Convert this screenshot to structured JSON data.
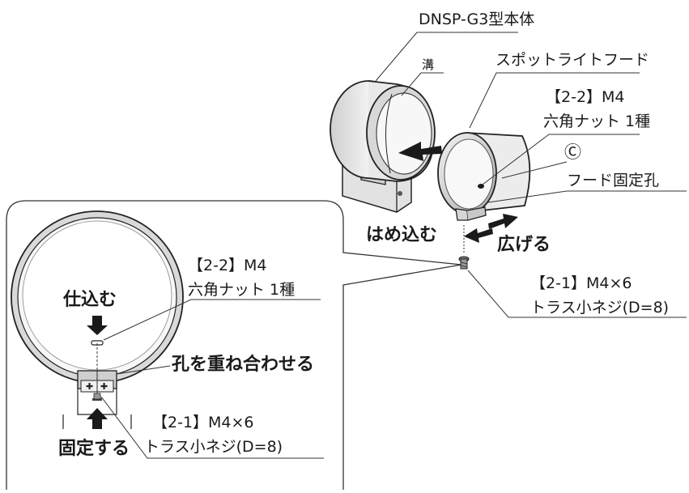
{
  "labels": {
    "body_model": "DNSP-G3型本体",
    "groove": "溝",
    "spotlight_hood": "スポットライトフード",
    "nut_code_top": "【2-2】M4",
    "nut_name_top": "六角ナット 1種",
    "mark_c": "Ⓒ",
    "hood_fixing_hole": "フード固定孔",
    "fit_in": "はめ込む",
    "widen": "広げる",
    "screw_code_top": "【2-1】M4×6",
    "screw_name_top": "トラス小ネジ(D=8)",
    "nut_code_detail": "【2-2】M4",
    "nut_name_detail": "六角ナット 1種",
    "insert": "仕込む",
    "align_holes": "孔を重ね合わせる",
    "screw_code_detail": "【2-1】M4×6",
    "screw_name_detail": "トラス小ネジ(D=8)",
    "fix": "固定する"
  },
  "colors": {
    "line": "#1a1a1a",
    "fill_white": "#ffffff",
    "metal_light": "#e6e6e6",
    "metal_mid": "#bdbdbd",
    "metal_dark": "#7a7a7a",
    "arrow": "#1a1a1a"
  }
}
